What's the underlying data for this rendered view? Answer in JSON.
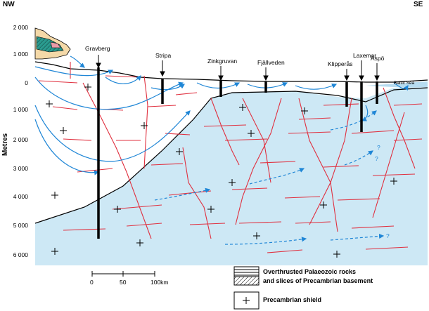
{
  "directions": {
    "left": "NW",
    "right": "SE"
  },
  "axis": {
    "label": "Metres",
    "ticks": [
      "2 000",
      "1 000",
      "0",
      "1 000",
      "2 000",
      "3 000",
      "4 000",
      "5 000",
      "6 000"
    ]
  },
  "sites": [
    "Gravberg",
    "Stripa",
    "Zinkgruvan",
    "Fjällveden",
    "Klipperås",
    "Laxemar",
    "Äspö"
  ],
  "sea_label": "Baltic Sea",
  "scale_bar": {
    "labels": [
      "0",
      "50",
      "100km"
    ]
  },
  "question_marks": [
    "?",
    "?",
    "?"
  ],
  "legend": {
    "item1_line1": "Overthrusted Palaeozoic rocks",
    "item1_line2": "and slices of Precambrian basement",
    "item2": "Precambrian shield"
  },
  "colors": {
    "deep_water": "#cde8f5",
    "fractures": "#e0303f",
    "flow": "#1f86d6",
    "topography": "#000000"
  }
}
